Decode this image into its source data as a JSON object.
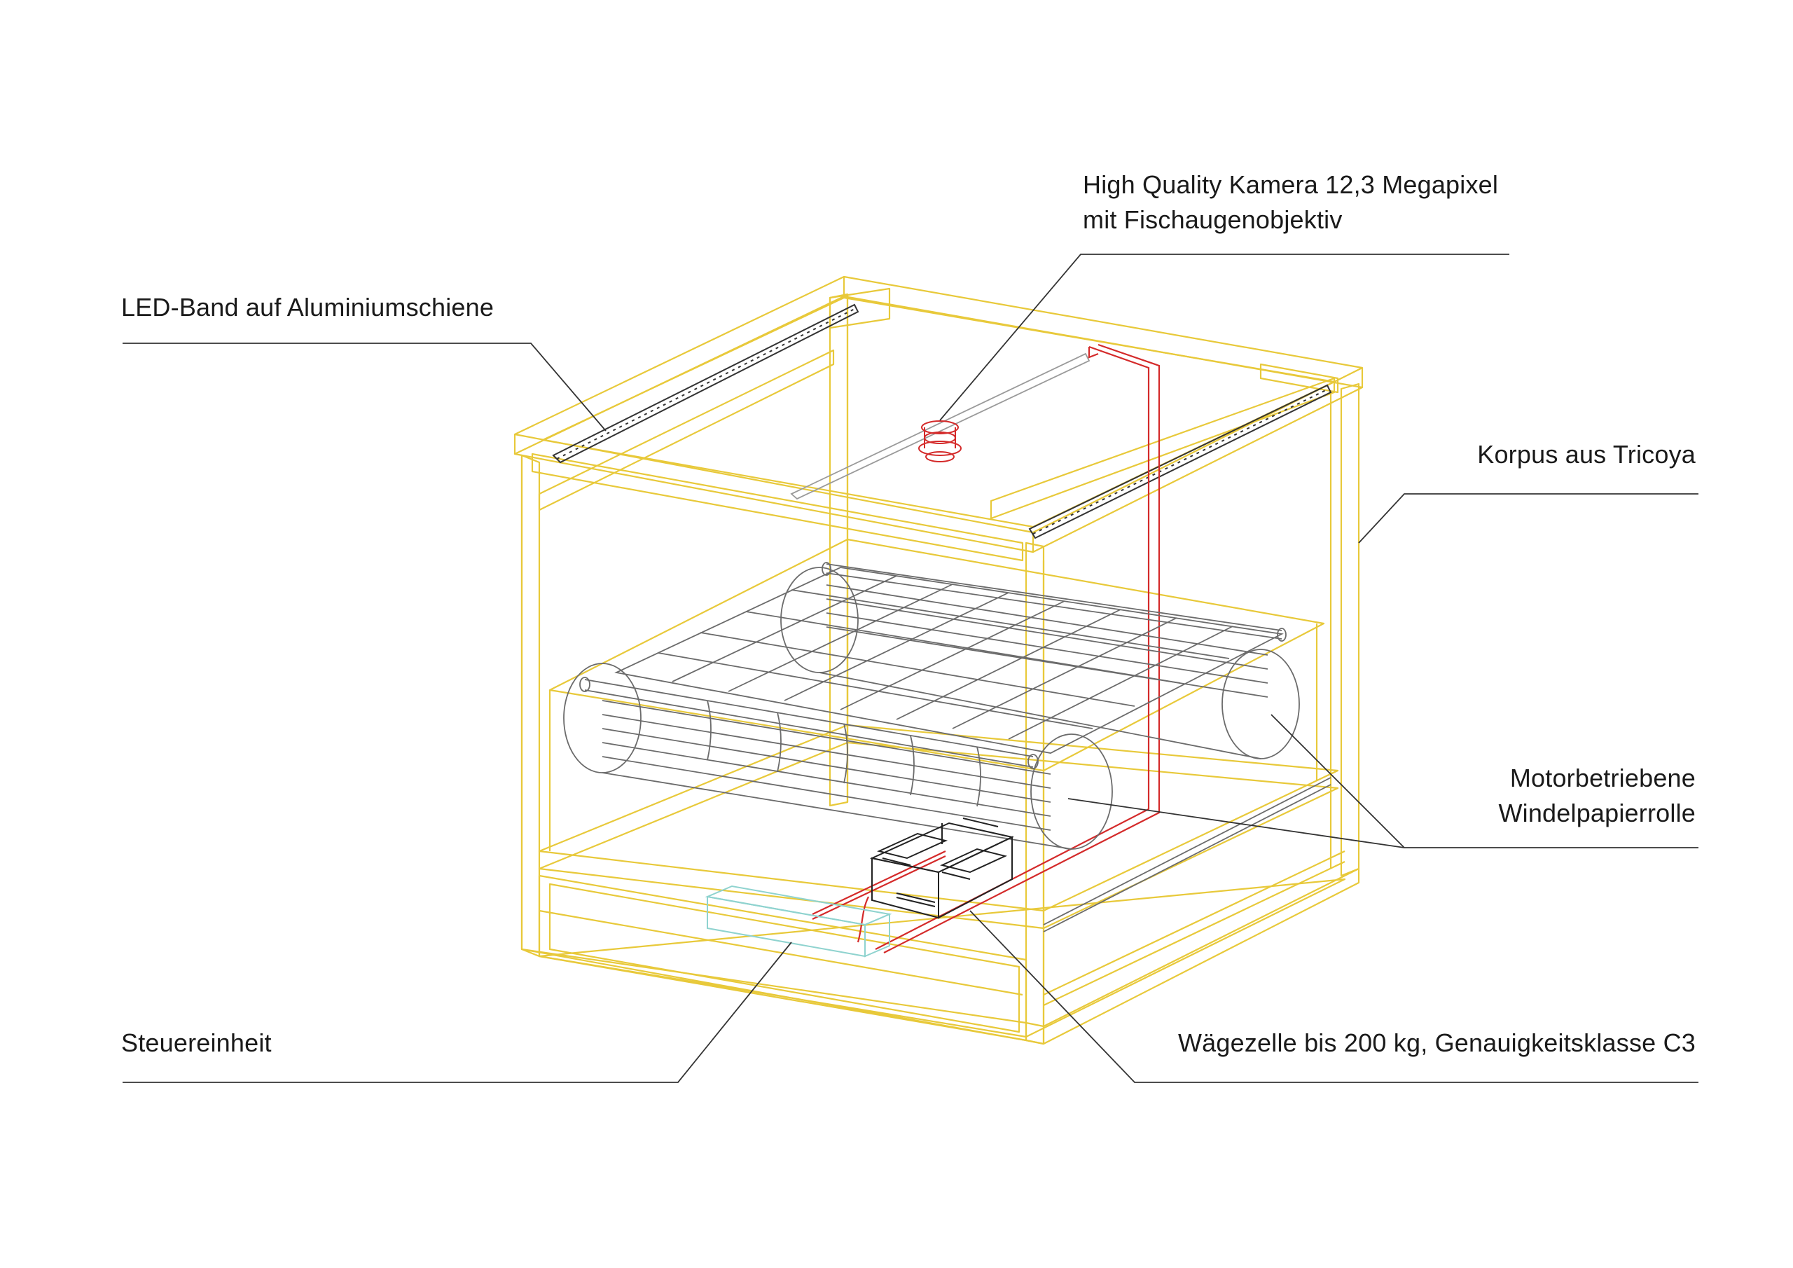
{
  "labels": {
    "led": "LED-Band auf Aluminiumschiene",
    "camera": [
      "High Quality Kamera 12,3 Megapixel",
      "mit Fischaugenobjektiv"
    ],
    "korpus": "Korpus aus Tricoya",
    "motor": [
      "Motorbetriebene",
      "Windelpapierrolle"
    ],
    "steuer": "Steuereinheit",
    "waege": "Wägezelle bis 200 kg, Genauigkeitsklasse C3"
  },
  "colors": {
    "body_frame": "#e8c93a",
    "cable": "#d42a2a",
    "control_unit": "#8fd3cf",
    "mechanics": "#6b6b6b",
    "leader_line": "#333333"
  }
}
